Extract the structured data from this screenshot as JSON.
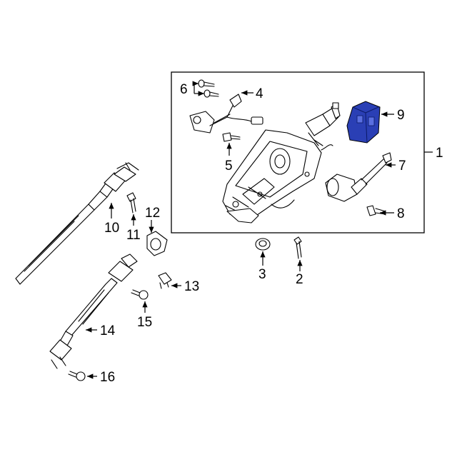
{
  "diagram": {
    "highlight_color": "#2a3fb5",
    "callouts": [
      {
        "id": "1",
        "label": "1"
      },
      {
        "id": "2",
        "label": "2"
      },
      {
        "id": "3",
        "label": "3"
      },
      {
        "id": "4",
        "label": "4"
      },
      {
        "id": "5",
        "label": "5"
      },
      {
        "id": "6",
        "label": "6"
      },
      {
        "id": "7",
        "label": "7"
      },
      {
        "id": "8",
        "label": "8"
      },
      {
        "id": "9",
        "label": "9"
      },
      {
        "id": "10",
        "label": "10"
      },
      {
        "id": "11",
        "label": "11"
      },
      {
        "id": "12",
        "label": "12"
      },
      {
        "id": "13",
        "label": "13"
      },
      {
        "id": "14",
        "label": "14"
      },
      {
        "id": "15",
        "label": "15"
      },
      {
        "id": "16",
        "label": "16"
      }
    ]
  }
}
